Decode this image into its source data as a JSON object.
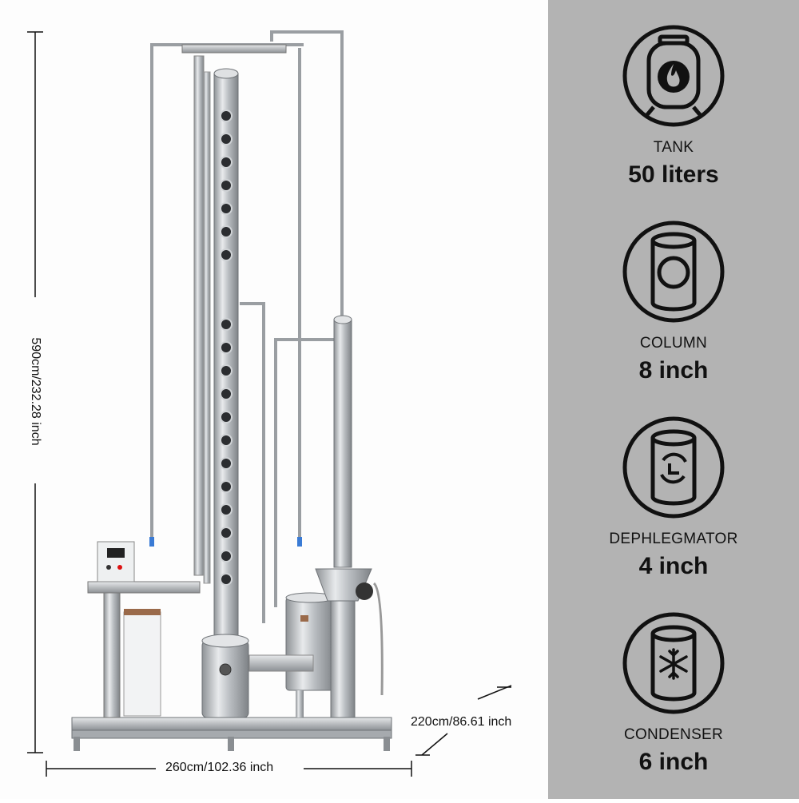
{
  "dimensions": {
    "height": "590cm/232.28 inch",
    "width": "260cm/102.36 inch",
    "depth": "220cm/86.61 inch"
  },
  "specs": [
    {
      "icon": "tank-flame-icon",
      "label": "TANK",
      "value": "50 liters"
    },
    {
      "icon": "column-icon",
      "label": "COLUMN",
      "value": "8 inch"
    },
    {
      "icon": "dephlegmator-icon",
      "label": "DEPHLEGMATOR",
      "value": "4 inch"
    },
    {
      "icon": "condenser-snowflake-icon",
      "label": "CONDENSER",
      "value": "6 inch"
    }
  ],
  "colors": {
    "panel_bg": "#b3b3b3",
    "steel": "#c9cccf",
    "text": "#111111"
  }
}
